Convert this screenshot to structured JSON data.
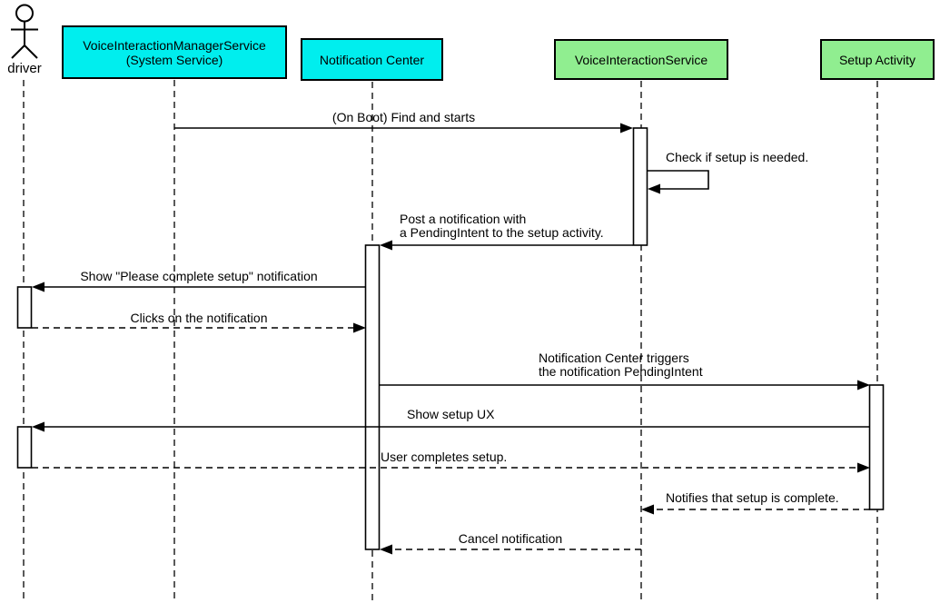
{
  "participants": [
    {
      "label": "driver",
      "type": "actor"
    },
    {
      "label": "VoiceInteractionManagerService\n(System Service)",
      "type": "participant",
      "fill": "#00EEEE"
    },
    {
      "label": "Notification Center",
      "type": "participant",
      "fill": "#00EEEE"
    },
    {
      "label": "VoiceInteractionService",
      "type": "participant",
      "fill": "#90EE90"
    },
    {
      "label": "Setup Activity",
      "type": "participant",
      "fill": "#90EE90"
    }
  ],
  "messages": [
    {
      "label": "(On Boot) Find and starts",
      "from": "VoiceInteractionManagerService (System Service)",
      "to": "VoiceInteractionService",
      "line": "solid"
    },
    {
      "label": "Check if setup is needed.",
      "from": "VoiceInteractionService",
      "to": "VoiceInteractionService",
      "line": "solid"
    },
    {
      "label": "Post a notification with\na PendingIntent to the setup activity.",
      "from": "VoiceInteractionService",
      "to": "Notification Center",
      "line": "solid"
    },
    {
      "label": "Show \"Please complete setup\" notification",
      "from": "Notification Center",
      "to": "driver",
      "line": "solid"
    },
    {
      "label": "Clicks on the notification",
      "from": "driver",
      "to": "Notification Center",
      "line": "dashed"
    },
    {
      "label": "Notification Center triggers\nthe notification PendingIntent",
      "from": "Notification Center",
      "to": "Setup Activity",
      "line": "solid"
    },
    {
      "label": "Show setup UX",
      "from": "Setup Activity",
      "to": "driver",
      "line": "solid"
    },
    {
      "label": "User completes setup.",
      "from": "driver",
      "to": "Setup Activity",
      "line": "dashed"
    },
    {
      "label": "Notifies that setup is complete.",
      "from": "Setup Activity",
      "to": "VoiceInteractionService",
      "line": "dashed"
    },
    {
      "label": "Cancel notification",
      "from": "VoiceInteractionService",
      "to": "Notification Center",
      "line": "dashed"
    }
  ],
  "colors": {
    "cyan_participant": "#00EEEE",
    "green_participant": "#90EE90",
    "line": "#000000",
    "background": "#FFFFFF"
  }
}
